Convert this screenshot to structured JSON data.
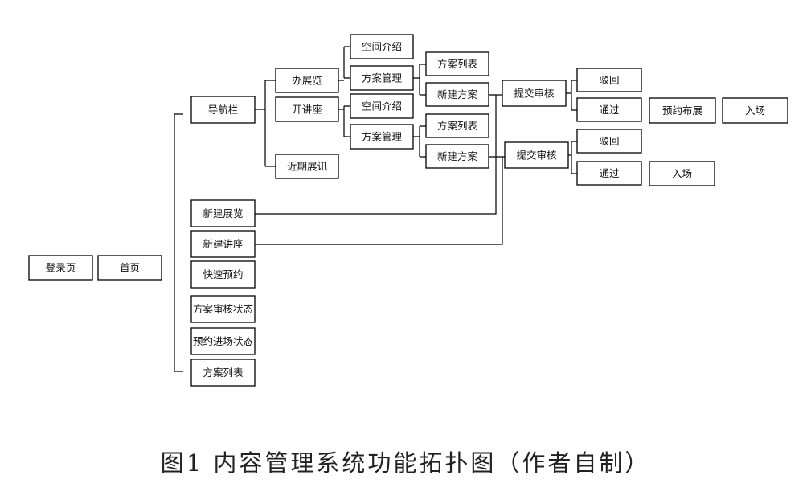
{
  "caption": "图1 内容管理系统功能拓扑图（作者自制）",
  "nodes": {
    "login": "登录页",
    "home": "首页",
    "navbar": "导航栏",
    "new_exhibit": "新建展览",
    "new_lecture": "新建讲座",
    "quick_booking": "快速预约",
    "plan_review_status": "方案审核状态",
    "booking_entry_status": "预约进场状态",
    "plan_list_home": "方案列表",
    "hold_exhibit": "办展览",
    "hold_lecture": "开讲座",
    "recent_news": "近期展讯",
    "space_intro_1": "空间介绍",
    "plan_mgmt_1": "方案管理",
    "space_intro_2": "空间介绍",
    "plan_mgmt_2": "方案管理",
    "plan_list_1": "方案列表",
    "new_plan_1": "新建方案",
    "plan_list_2": "方案列表",
    "new_plan_2": "新建方案",
    "submit_review_1": "提交审核",
    "submit_review_2": "提交审核",
    "reject_1": "驳回",
    "pass_1": "通过",
    "reject_2": "驳回",
    "pass_2": "通过",
    "book_setup": "预约布展",
    "enter_1": "入场",
    "enter_2": "入场"
  }
}
